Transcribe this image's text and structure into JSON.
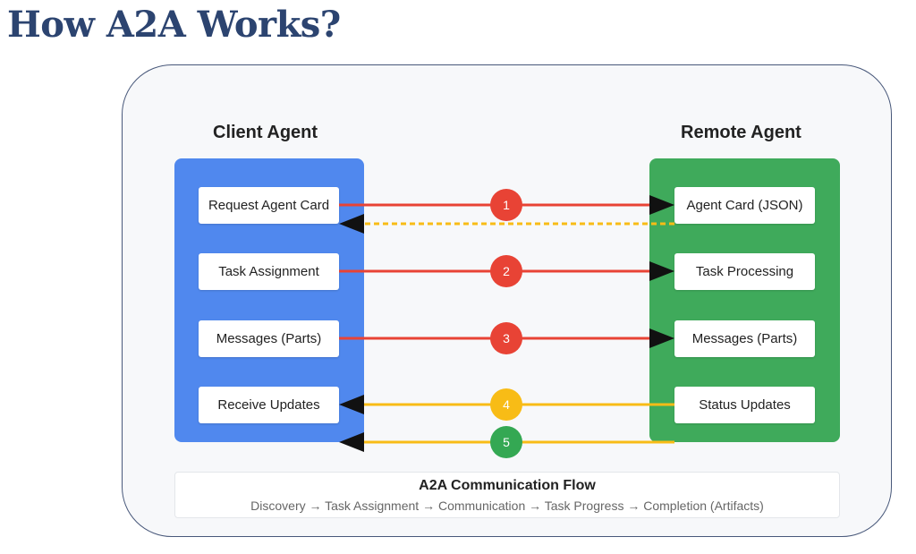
{
  "page": {
    "title": "How A2A Works?"
  },
  "client": {
    "title": "Client Agent",
    "items": [
      "Request Agent Card",
      "Task Assignment",
      "Messages (Parts)",
      "Receive Updates"
    ]
  },
  "remote": {
    "title": "Remote Agent",
    "items": [
      "Agent Card (JSON)",
      "Task Processing",
      "Messages (Parts)",
      "Status Updates"
    ]
  },
  "steps": [
    {
      "label": "1",
      "color": "#e84335"
    },
    {
      "label": "2",
      "color": "#e84335"
    },
    {
      "label": "3",
      "color": "#e84335"
    },
    {
      "label": "4",
      "color": "#f8bc16"
    },
    {
      "label": "5",
      "color": "#34a853"
    }
  ],
  "colors": {
    "client_panel": "#5088ee",
    "remote_panel": "#3faa5b",
    "request_arrow": "#e84335",
    "response_arrow": "#f8bc16",
    "title": "#2c4470"
  },
  "footer": {
    "title": "A2A Communication Flow",
    "subtitle": "Discovery → Task Assignment → Communication → Task Progress → Completion (Artifacts)"
  }
}
